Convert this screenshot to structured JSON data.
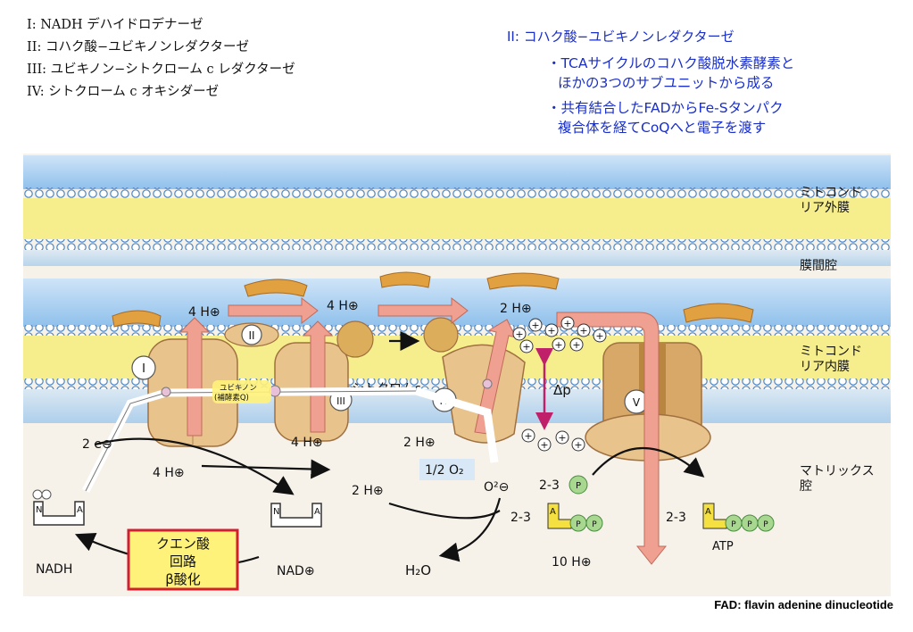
{
  "legend": [
    "I:  NADH デハイドロデナーゼ",
    "II: コハク酸−ユビキノンレダクターゼ",
    "III: ユビキノン−シトクローム c レダクターゼ",
    "IV: シトクローム c オキシダーゼ"
  ],
  "note": {
    "title": "II: コハク酸−ユビキノンレダクターゼ",
    "bullets": [
      [
        "・TCAサイクルのコハク酸脱水素酵素と",
        "ほかの3つのサブユニットから成る"
      ],
      [
        "・共有結合したFADからFe-Sタンパク",
        "複合体を経てCoQへと電子を渡す"
      ]
    ]
  },
  "footer": "FAD:  flavin adenine dinucleotide",
  "colors": {
    "membrane_yellow": "#f6ee8c",
    "lipid_blue": "#9cc8ee",
    "protein_tan": "#e8c48c",
    "protein_dark": "#c88a3e",
    "arrow_pink": "#f0a090",
    "krebs_red": "#d02030",
    "krebs_yellow": "#fff27a",
    "dp_arrow": "#c0206a",
    "phosphate_green": "#a8d890",
    "adenosine_yellow": "#f4e040"
  },
  "diagram": {
    "membranes": {
      "outer": "ミトコンドリア外膜",
      "space": "膜間腔",
      "inner": "ミトコンドリア内膜",
      "matrix": "マトリックス腔"
    },
    "complexes": [
      "I",
      "II",
      "III",
      "IV",
      "V"
    ],
    "proton_labels": {
      "top1": "4 H⊕",
      "top2": "4 H⊕",
      "top3": "2 H⊕",
      "bottom1": "4 H⊕",
      "bottom2": "4 H⊕",
      "bottom3": "2 H⊕",
      "matrix1": "2 H⊕",
      "matrix10": "10 H⊕"
    },
    "electron": "2 e⊖",
    "ubiquinone": "ユビキノン",
    "coenzyme": "(補酵素Q)",
    "cytochrome": "シトクロムc",
    "delta_p": "Δp",
    "oxygen": "1/2 O₂",
    "oxide": "O²⊖",
    "water": "H₂O",
    "nadh": "NADH",
    "nad": "NAD⊕",
    "krebs": [
      "クエン酸",
      "回路",
      "β酸化"
    ],
    "phosphate": "P",
    "stoich_p": "2-3",
    "stoich_adp": "2-3",
    "stoich_atp": "2-3",
    "atp": "ATP",
    "adenine_letter": "A",
    "nicotin_letter": "N"
  }
}
